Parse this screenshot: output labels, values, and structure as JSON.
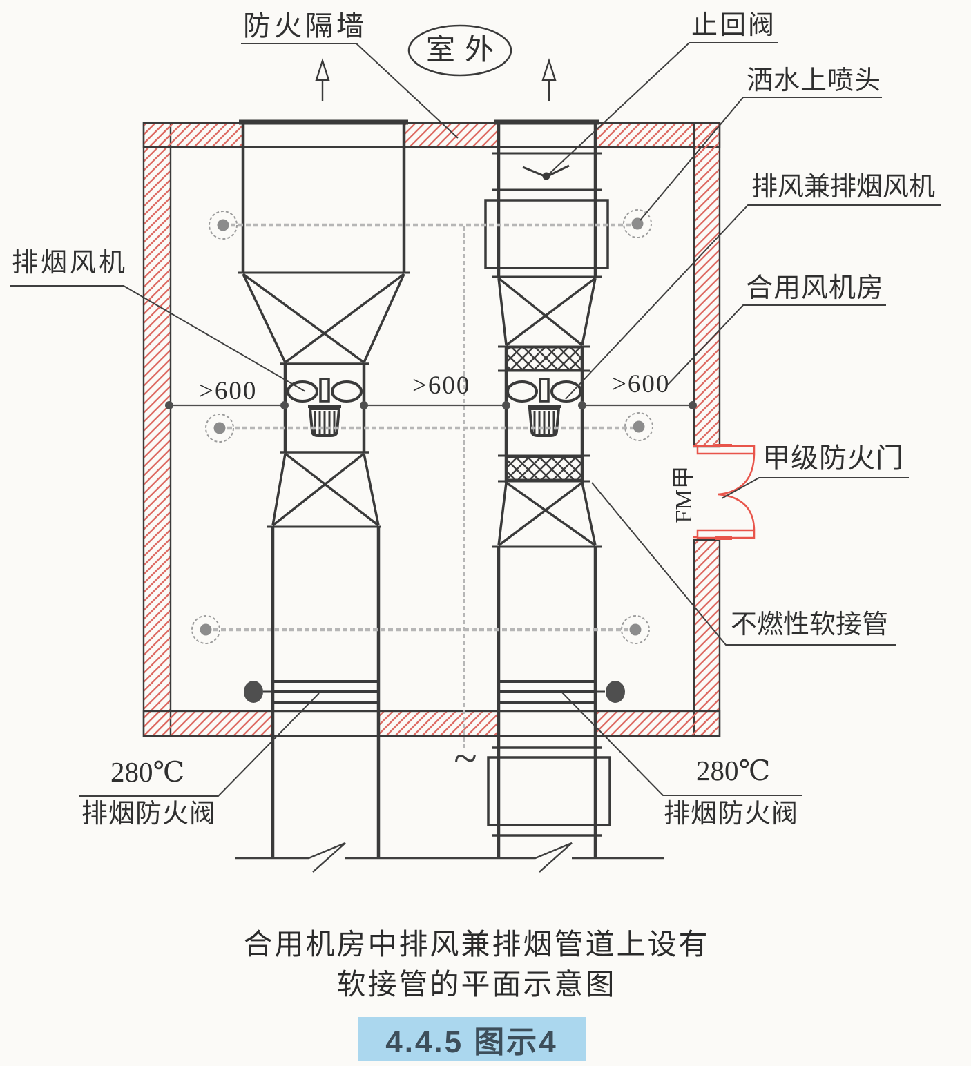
{
  "colors": {
    "ink": "#3a3a3a",
    "wall_hatch_red": "#dd6a62",
    "door_red": "#e8554b",
    "chain_gray": "#b6b6b6",
    "badge_bg": "#abd7ee",
    "badge_text": "#3d4e5a",
    "paper": "#fbfaf7"
  },
  "labels": {
    "fire_partition_wall": "防火隔墙",
    "outdoor": "室外",
    "check_valve": "止回阀",
    "sprinkler_upright": "洒水上喷头",
    "exhaust_smoke_fan": "排风兼排烟风机",
    "shared_fan_room": "合用风机房",
    "fire_door_mark": "FM甲",
    "class_a_fire_door": "甲级防火门",
    "flexible_connector": "不燃性软接管",
    "smoke_fan": "排烟风机"
  },
  "dims": {
    "d1": ">600",
    "d2": ">600",
    "d3": ">600"
  },
  "bottom_left": {
    "temp": "280℃",
    "valve": "排烟防火阀"
  },
  "bottom_right": {
    "temp": "280℃",
    "valve": "排烟防火阀"
  },
  "misc": {
    "riser_tilde": "~"
  },
  "title": {
    "line1": "合用机房中排风兼排烟管道上设有",
    "line2": "软接管的平面示意图"
  },
  "badge": {
    "text": "4.4.5 图示4"
  }
}
